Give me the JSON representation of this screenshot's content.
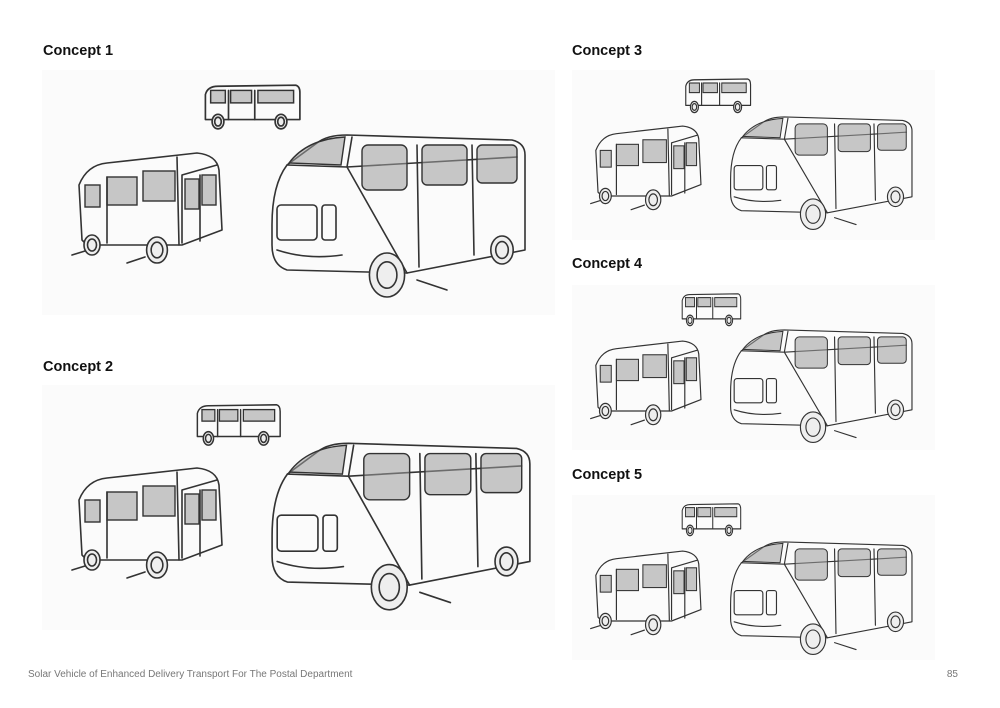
{
  "concepts": [
    {
      "title": "Concept 1"
    },
    {
      "title": "Concept 2"
    },
    {
      "title": "Concept 3"
    },
    {
      "title": "Concept 4"
    },
    {
      "title": "Concept 5"
    }
  ],
  "footer": {
    "document_title": "Solar Vehicle of Enhanced Delivery Transport For The Postal Department",
    "page_number": "85"
  }
}
